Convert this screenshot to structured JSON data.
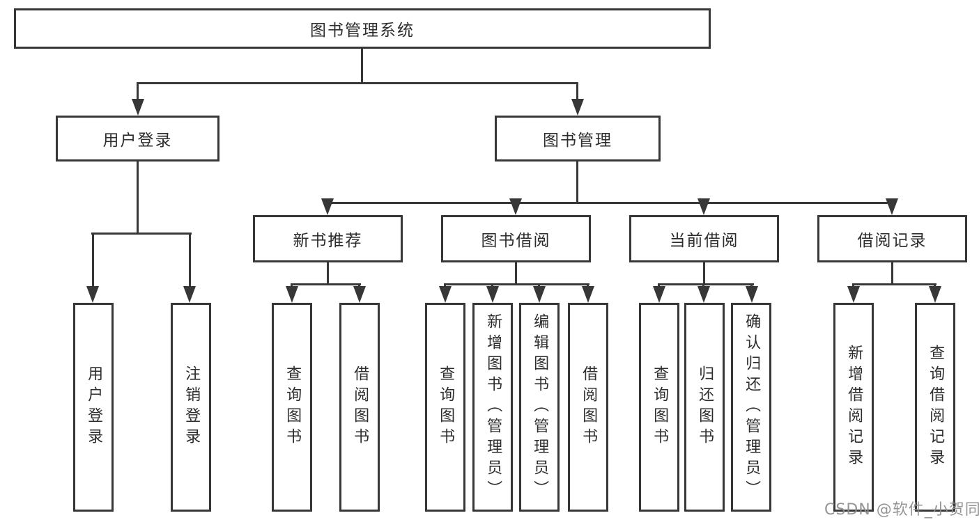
{
  "colors": {
    "line": "#373737",
    "text": "#2d2d2d",
    "watermark": "#8e8e8e"
  },
  "watermark": "CSDN @软件_小贺同学",
  "tree": {
    "root": {
      "label": "图书管理系统"
    },
    "children": [
      {
        "label": "用户登录",
        "leaves": [
          "用户登录",
          "注销登录"
        ]
      },
      {
        "label": "图书管理",
        "children": [
          {
            "label": "新书推荐",
            "leaves": [
              "查询图书",
              "借阅图书"
            ]
          },
          {
            "label": "图书借阅",
            "leaves": [
              "查询图书",
              "新增图书（管理员）",
              "编辑图书（管理员）",
              "借阅图书"
            ]
          },
          {
            "label": "当前借阅",
            "leaves": [
              "查询图书",
              "归还图书",
              "确认归还（管理员）"
            ]
          },
          {
            "label": "借阅记录",
            "leaves": [
              "新增借阅记录",
              "查询借阅记录"
            ]
          }
        ]
      }
    ]
  }
}
